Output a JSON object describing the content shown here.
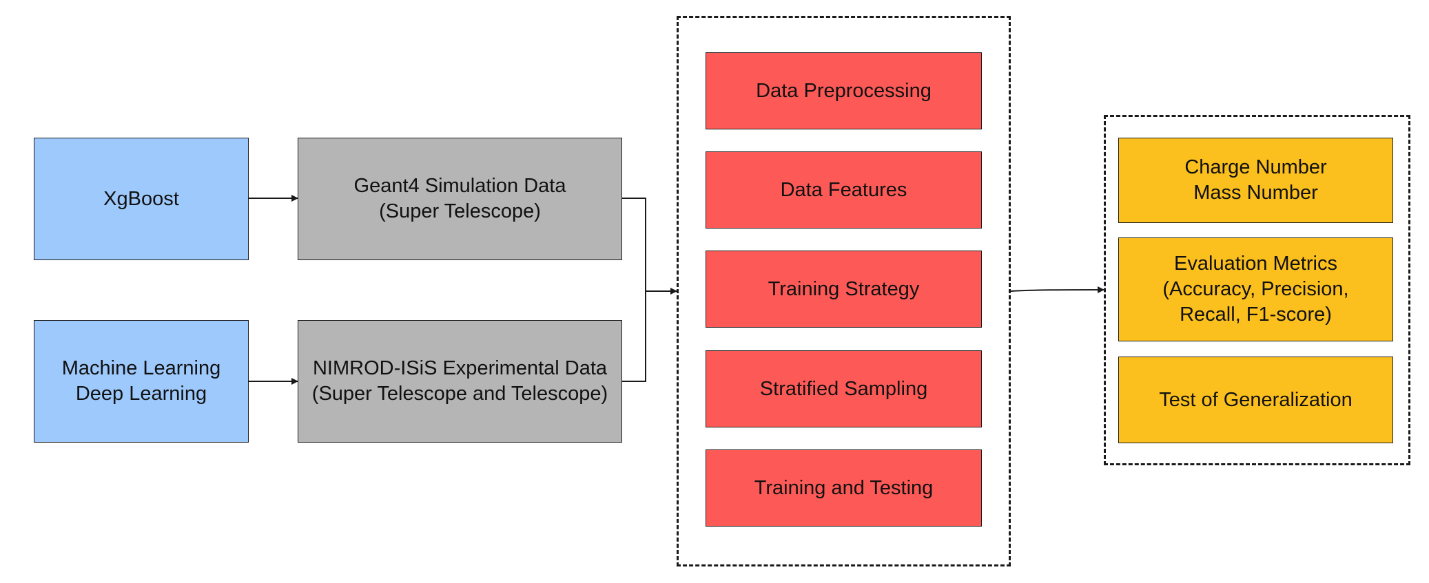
{
  "methods": [
    {
      "lines": [
        "XgBoost"
      ]
    },
    {
      "lines": [
        "Machine Learning",
        "Deep Learning"
      ]
    }
  ],
  "datasets": [
    {
      "lines": [
        "Geant4 Simulation Data",
        "(Super Telescope)"
      ]
    },
    {
      "lines": [
        "NIMROD-ISiS Experimental Data",
        "(Super Telescope and Telescope)"
      ]
    }
  ],
  "pipeline_steps": [
    {
      "lines": [
        "Data Preprocessing"
      ]
    },
    {
      "lines": [
        "Data Features"
      ]
    },
    {
      "lines": [
        "Training Strategy"
      ]
    },
    {
      "lines": [
        "Stratified Sampling"
      ]
    },
    {
      "lines": [
        "Training and Testing"
      ]
    }
  ],
  "outputs": [
    {
      "lines": [
        "Charge Number",
        "Mass Number"
      ]
    },
    {
      "lines": [
        "Evaluation Metrics",
        "(Accuracy, Precision,",
        "Recall, F1-score)"
      ]
    },
    {
      "lines": [
        "Test of Generalization"
      ]
    }
  ],
  "colors": {
    "method_fill": "#9ec9fc",
    "dataset_fill": "#b5b5b5",
    "step_fill": "#fd5a57",
    "output_fill": "#fcc01e",
    "stroke": "#1a1a1a"
  }
}
